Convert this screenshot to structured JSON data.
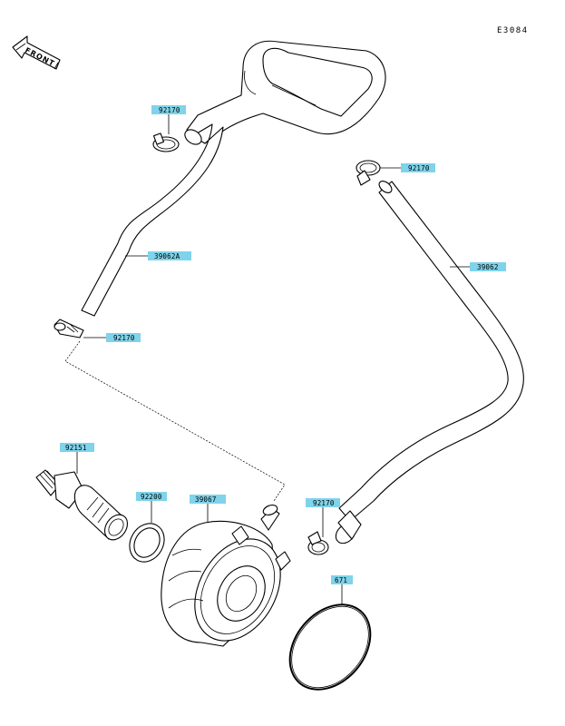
{
  "diagram": {
    "ref_code": "E3084",
    "direction_label": "FRONT",
    "callouts": [
      {
        "id": "hose-upper-clamp",
        "code": "92170"
      },
      {
        "id": "hose-right-clamp",
        "code": "92170"
      },
      {
        "id": "hose-left",
        "code": "39062A"
      },
      {
        "id": "hose-right",
        "code": "39062"
      },
      {
        "id": "hose-left-clamp",
        "code": "92170"
      },
      {
        "id": "fitting",
        "code": "92151"
      },
      {
        "id": "washer",
        "code": "92200"
      },
      {
        "id": "oil-cooler",
        "code": "39067"
      },
      {
        "id": "cooler-clamp",
        "code": "92170"
      },
      {
        "id": "o-ring",
        "code": "671"
      }
    ]
  }
}
